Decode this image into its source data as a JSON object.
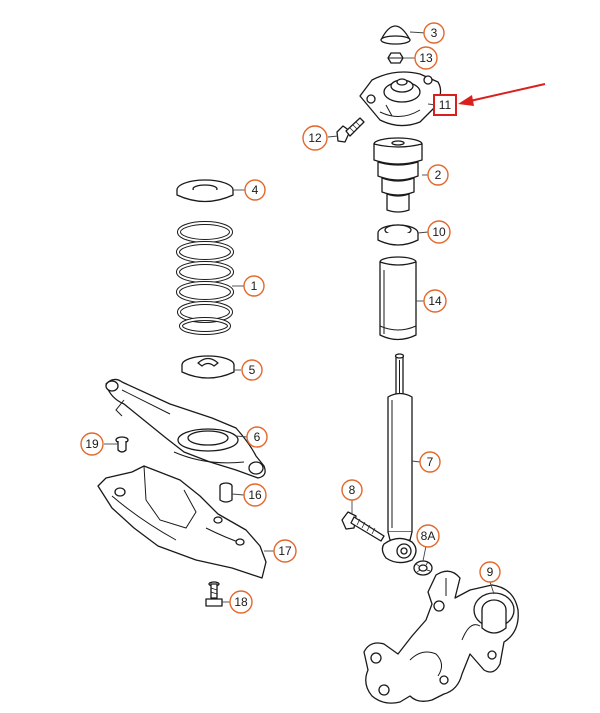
{
  "diagram": {
    "callouts": [
      {
        "id": "c3",
        "label": "3"
      },
      {
        "id": "c13",
        "label": "13"
      },
      {
        "id": "c11",
        "label": "11"
      },
      {
        "id": "c12",
        "label": "12"
      },
      {
        "id": "c2",
        "label": "2"
      },
      {
        "id": "c4",
        "label": "4"
      },
      {
        "id": "c10",
        "label": "10"
      },
      {
        "id": "c1",
        "label": "1"
      },
      {
        "id": "c14",
        "label": "14"
      },
      {
        "id": "c5",
        "label": "5"
      },
      {
        "id": "c6",
        "label": "6"
      },
      {
        "id": "c7",
        "label": "7"
      },
      {
        "id": "c19",
        "label": "19"
      },
      {
        "id": "c16",
        "label": "16"
      },
      {
        "id": "c8",
        "label": "8"
      },
      {
        "id": "c8a",
        "label": "8A"
      },
      {
        "id": "c17",
        "label": "17"
      },
      {
        "id": "c9",
        "label": "9"
      },
      {
        "id": "c18",
        "label": "18"
      }
    ],
    "highlight": {
      "color": "#d9201c"
    },
    "callout_color": "#e2682c"
  }
}
